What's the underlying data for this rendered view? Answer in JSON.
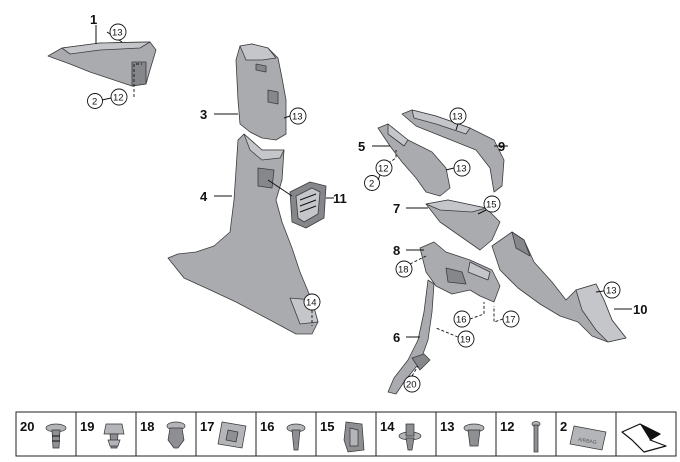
{
  "callouts": {
    "c1": "1",
    "c3": "3",
    "c4": "4",
    "c5": "5",
    "c6": "6",
    "c7": "7",
    "c8": "8",
    "c9": "9",
    "c10": "10",
    "c11": "11"
  },
  "circled": {
    "a13": "13",
    "a12": "12",
    "a2": "2",
    "b13": "13",
    "d14": "14",
    "e13": "13",
    "e13b": "13",
    "e12": "12",
    "e2": "2",
    "e15": "15",
    "f18": "18",
    "f16": "16",
    "f17": "17",
    "f19": "19",
    "f20": "20",
    "g13": "13"
  },
  "legend": {
    "cells": [
      "20",
      "19",
      "18",
      "17",
      "16",
      "15",
      "14",
      "13",
      "12",
      "2"
    ],
    "badge_text": "AIRBAG"
  },
  "colors": {
    "part_fill": "#a9abae",
    "part_edge": "#3c3c3e",
    "line": "#111111"
  }
}
